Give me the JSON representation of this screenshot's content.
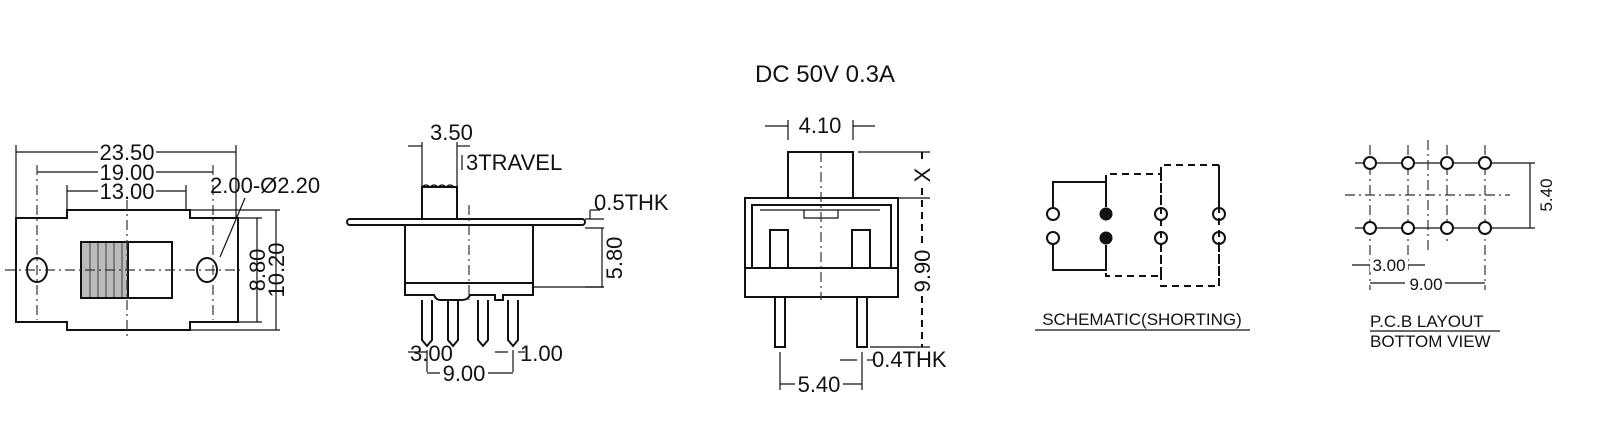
{
  "title": "DC  50V  0.3A",
  "top_view": {
    "d1": "23.50",
    "d2": "19.00",
    "d3": "13.00",
    "hole": "2.00-Ø2.20",
    "h1": "8.80",
    "h2": "10.20"
  },
  "side_view": {
    "d_act": "3.50",
    "travel": "3TRAVEL",
    "thk": "0.5THK",
    "h": "5.80",
    "pitch": "3.00",
    "pin": "1.00",
    "span": "9.00"
  },
  "end_view": {
    "act": "4.10",
    "x": "X",
    "h": "9.90",
    "thk": "0.4THK",
    "span": "5.40"
  },
  "schematic": {
    "label": "SCHEMATIC(SHORTING)"
  },
  "pcb": {
    "label1": "P.C.B LAYOUT",
    "label2": "BOTTOM VIEW",
    "row": "5.40",
    "pitch": "3.00",
    "span": "9.00"
  }
}
